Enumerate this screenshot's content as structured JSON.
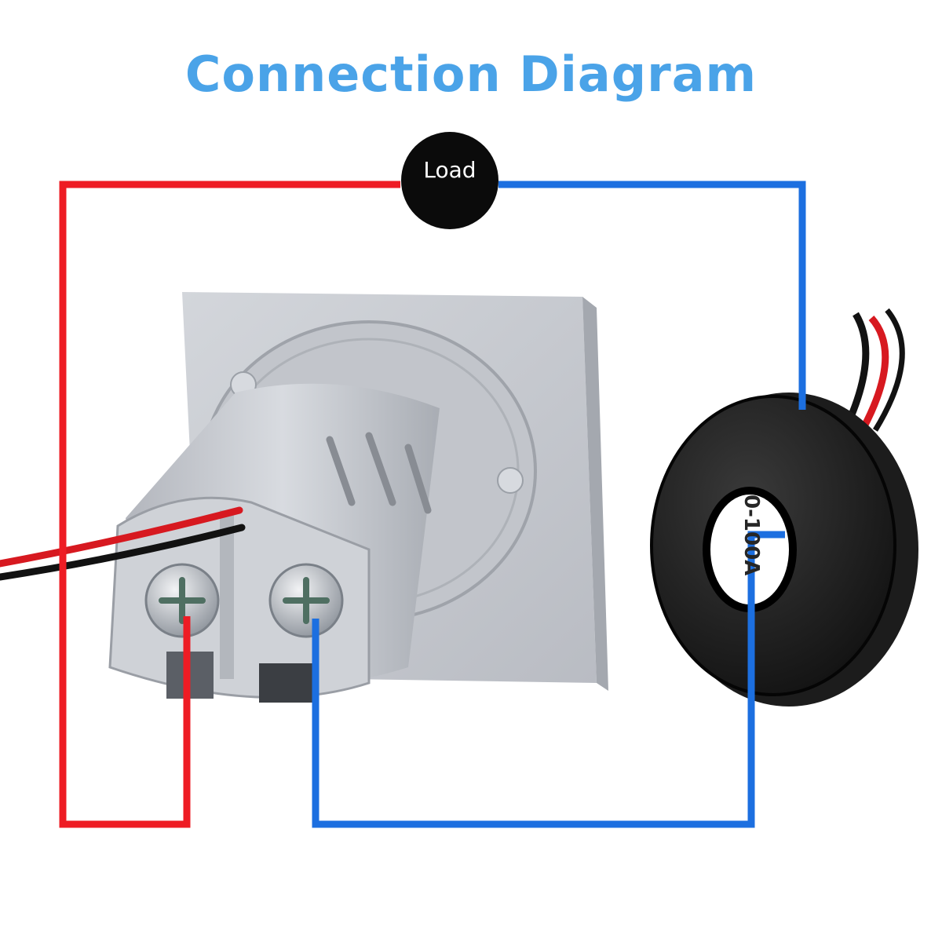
{
  "title": "Connection Diagram",
  "load_label": "Load",
  "ct_marking": "0-100A",
  "colors": {
    "title": "#4aa3e8",
    "live_wire": "#ee1c24",
    "neutral_wire": "#1c6fe0",
    "load_badge": "#0b0b0b",
    "panel_housing": "#c8cbd1",
    "ct_body": "#111111"
  },
  "components": [
    "ammeter-voltmeter-housing-icon",
    "screw-terminal-icon",
    "current-transformer-coil-icon",
    "load-icon"
  ]
}
